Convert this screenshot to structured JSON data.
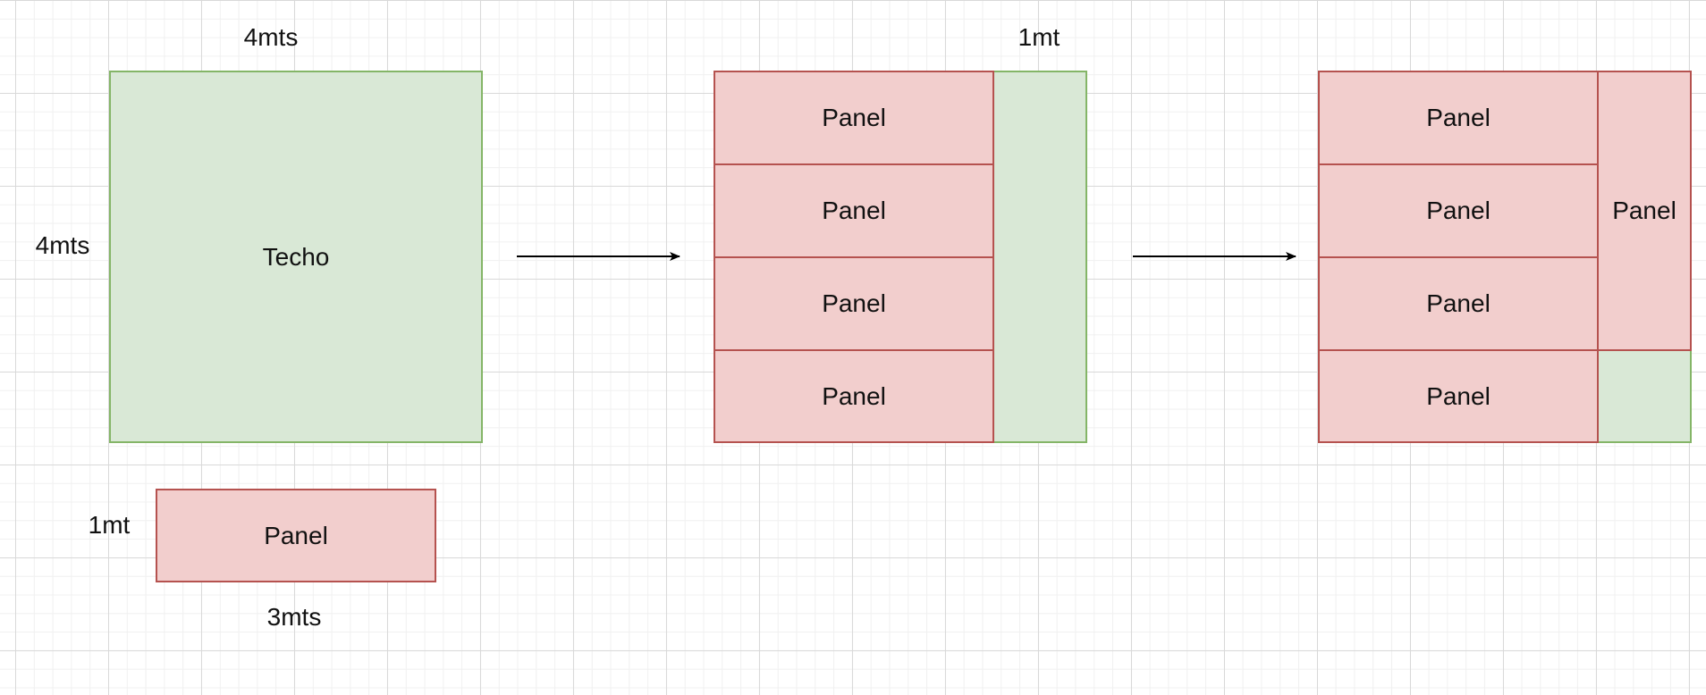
{
  "colors": {
    "roof_fill": "#d9e8d6",
    "roof_stroke": "#84b567",
    "panel_fill": "#f2cecd",
    "panel_stroke": "#b5524f",
    "arrow": "#000000"
  },
  "step1": {
    "roof_label": "Techo",
    "width_label": "4mts",
    "height_label": "4mts",
    "panel_label": "Panel",
    "panel_height_label": "1mt",
    "panel_width_label": "3mts"
  },
  "step2": {
    "panels": [
      "Panel",
      "Panel",
      "Panel",
      "Panel"
    ],
    "gap_label": "1mt"
  },
  "step3": {
    "panels": [
      "Panel",
      "Panel",
      "Panel",
      "Panel"
    ],
    "vertical_panel": "Panel"
  }
}
